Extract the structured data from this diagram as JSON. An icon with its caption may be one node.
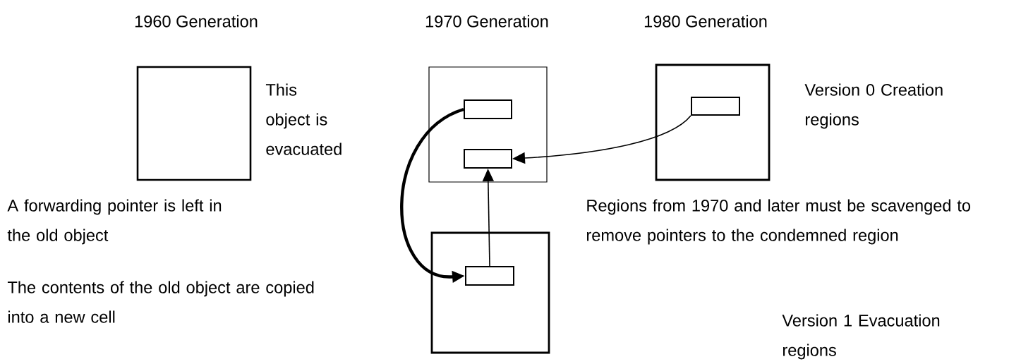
{
  "diagram": {
    "nodes": [
      {
        "text": [
          "1960 Generation"
        ]
      },
      {
        "text": [
          "1970 Generation"
        ]
      },
      {
        "text": [],
        "shape": "box",
        "in": 1
      },
      {
        "text": [],
        "shape": "box",
        "in": 1
      },
      {
        "text": [
          "1980 Generation"
        ]
      },
      {
        "text": [],
        "shape": "box",
        "in": 4
      },
      {
        "text": [],
        "shape": "box"
      },
      {
        "text": [],
        "shape": "box",
        "in": 6
      }
    ],
    "edges": [
      {
        "from": 2,
        "to": 7,
        "arrow": "to",
        "style": "thick"
      },
      {
        "from": 5,
        "to": 3,
        "arrow": "to"
      },
      {
        "from": 7,
        "to": 3,
        "arrow": "to"
      }
    ],
    "labels": [
      "This object is evacuated",
      "Version 0 Creation regions",
      "A forwarding pointer is left in the old object",
      "Regions from 1970 and later must be scavenged to remove pointers to the condemned region",
      "The contents of the old object are copied into a new cell",
      "Version 1 Evacuation regions"
    ]
  }
}
